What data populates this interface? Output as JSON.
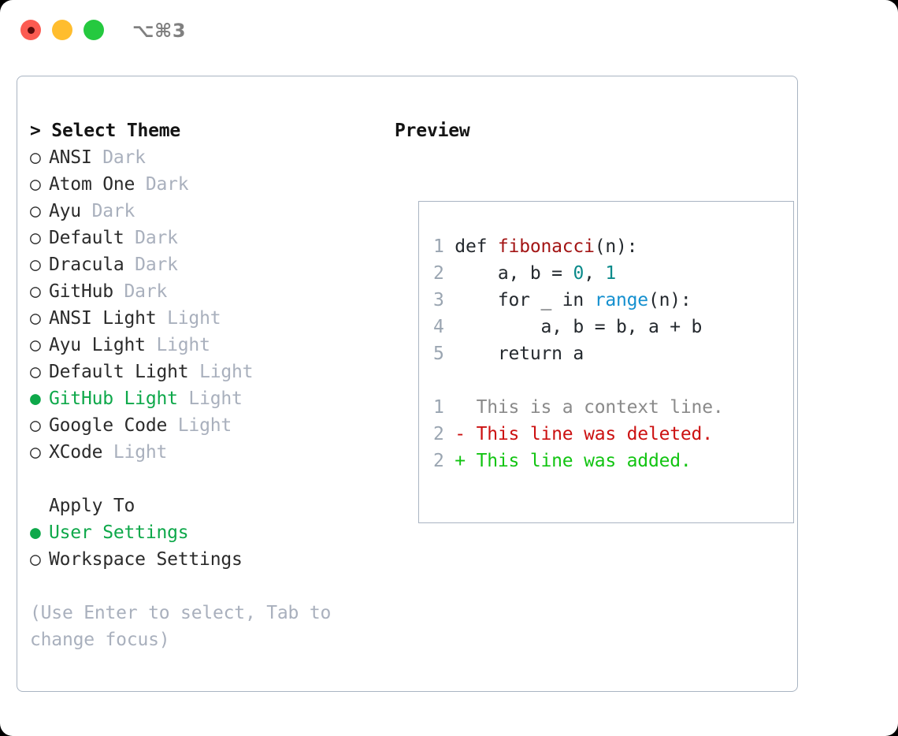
{
  "titlebar": {
    "shortcut": "⌥⌘3",
    "lights": [
      "close-red",
      "minimize-yellow",
      "zoom-green"
    ]
  },
  "left_panel": {
    "header": "> Select Theme",
    "themes": [
      {
        "marker": "○",
        "name": "ANSI",
        "type": "Dark",
        "selected": false
      },
      {
        "marker": "○",
        "name": "Atom One",
        "type": "Dark",
        "selected": false
      },
      {
        "marker": "○",
        "name": "Ayu",
        "type": "Dark",
        "selected": false
      },
      {
        "marker": "○",
        "name": "Default",
        "type": "Dark",
        "selected": false
      },
      {
        "marker": "○",
        "name": "Dracula",
        "type": "Dark",
        "selected": false
      },
      {
        "marker": "○",
        "name": "GitHub",
        "type": "Dark",
        "selected": false
      },
      {
        "marker": "○",
        "name": "ANSI Light",
        "type": "Light",
        "selected": false
      },
      {
        "marker": "○",
        "name": "Ayu Light",
        "type": "Light",
        "selected": false
      },
      {
        "marker": "○",
        "name": "Default Light",
        "type": "Light",
        "selected": false
      },
      {
        "marker": "●",
        "name": "GitHub Light",
        "type": "Light",
        "selected": true
      },
      {
        "marker": "○",
        "name": "Google Code",
        "type": "Light",
        "selected": false
      },
      {
        "marker": "○",
        "name": "XCode",
        "type": "Light",
        "selected": false
      }
    ],
    "apply_to": {
      "header": "Apply To",
      "options": [
        {
          "marker": "●",
          "name": "User Settings",
          "selected": true
        },
        {
          "marker": "○",
          "name": "Workspace Settings",
          "selected": false
        }
      ]
    },
    "hint": "(Use Enter to select, Tab to change focus)"
  },
  "right_panel": {
    "header": "Preview",
    "code_lines": [
      {
        "num": "1",
        "tokens": [
          {
            "t": " def ",
            "c": "plain"
          },
          {
            "t": "fibonacci",
            "c": "fn"
          },
          {
            "t": "(n):",
            "c": "plain"
          }
        ]
      },
      {
        "num": "2",
        "tokens": [
          {
            "t": "     a, b = ",
            "c": "plain"
          },
          {
            "t": "0",
            "c": "num"
          },
          {
            "t": ", ",
            "c": "plain"
          },
          {
            "t": "1",
            "c": "num"
          }
        ]
      },
      {
        "num": "3",
        "tokens": [
          {
            "t": "     for _ in ",
            "c": "plain"
          },
          {
            "t": "range",
            "c": "call"
          },
          {
            "t": "(n):",
            "c": "plain"
          }
        ]
      },
      {
        "num": "4",
        "tokens": [
          {
            "t": "         a, b = b, a + b",
            "c": "plain"
          }
        ]
      },
      {
        "num": "5",
        "tokens": [
          {
            "t": "     return a",
            "c": "plain"
          }
        ]
      },
      {
        "num": "",
        "tokens": [
          {
            "t": "",
            "c": "plain"
          }
        ]
      },
      {
        "num": "1",
        "tokens": [
          {
            "t": "   This is a context line.",
            "c": "ctx"
          }
        ]
      },
      {
        "num": "2",
        "tokens": [
          {
            "t": " - This line was deleted.",
            "c": "del"
          }
        ]
      },
      {
        "num": "2",
        "tokens": [
          {
            "t": " + This line was added.",
            "c": "add"
          }
        ]
      }
    ]
  },
  "colors": {
    "accent_green": "#0ea84a",
    "muted": "#a9b0bd",
    "border": "#a9b4c2",
    "function": "#a31515",
    "number": "#0b8a8a",
    "call": "#1590cf",
    "diff_deleted": "#cc1111",
    "diff_added": "#12c412"
  }
}
